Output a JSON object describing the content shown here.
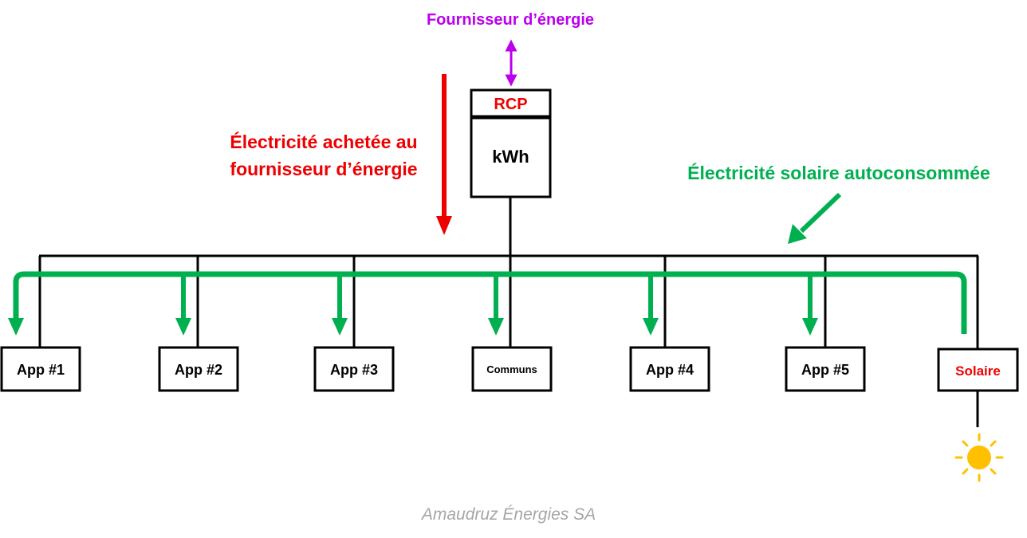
{
  "supplier_label": "Fournisseur d’énergie",
  "meter": {
    "header": "RCP",
    "body": "kWh"
  },
  "bought_label": {
    "line1": "Électricité achetée au",
    "line2": "fournisseur d’énergie"
  },
  "solar_label": "Électricité solaire autoconsommée",
  "units": [
    {
      "label": "App #1"
    },
    {
      "label": "App #2"
    },
    {
      "label": "App #3"
    },
    {
      "label": "Communs"
    },
    {
      "label": "App #4"
    },
    {
      "label": "App #5"
    },
    {
      "label": "Solaire"
    }
  ],
  "footer": "Amaudruz Énergies SA",
  "colors": {
    "supplier": "#bb00ee",
    "bought": "#ee0000",
    "solar": "#00b050",
    "sun": "#ffc000",
    "lines": "#000000",
    "footer": "#a6a6a6"
  },
  "icons": {
    "sun": "sun-icon"
  }
}
